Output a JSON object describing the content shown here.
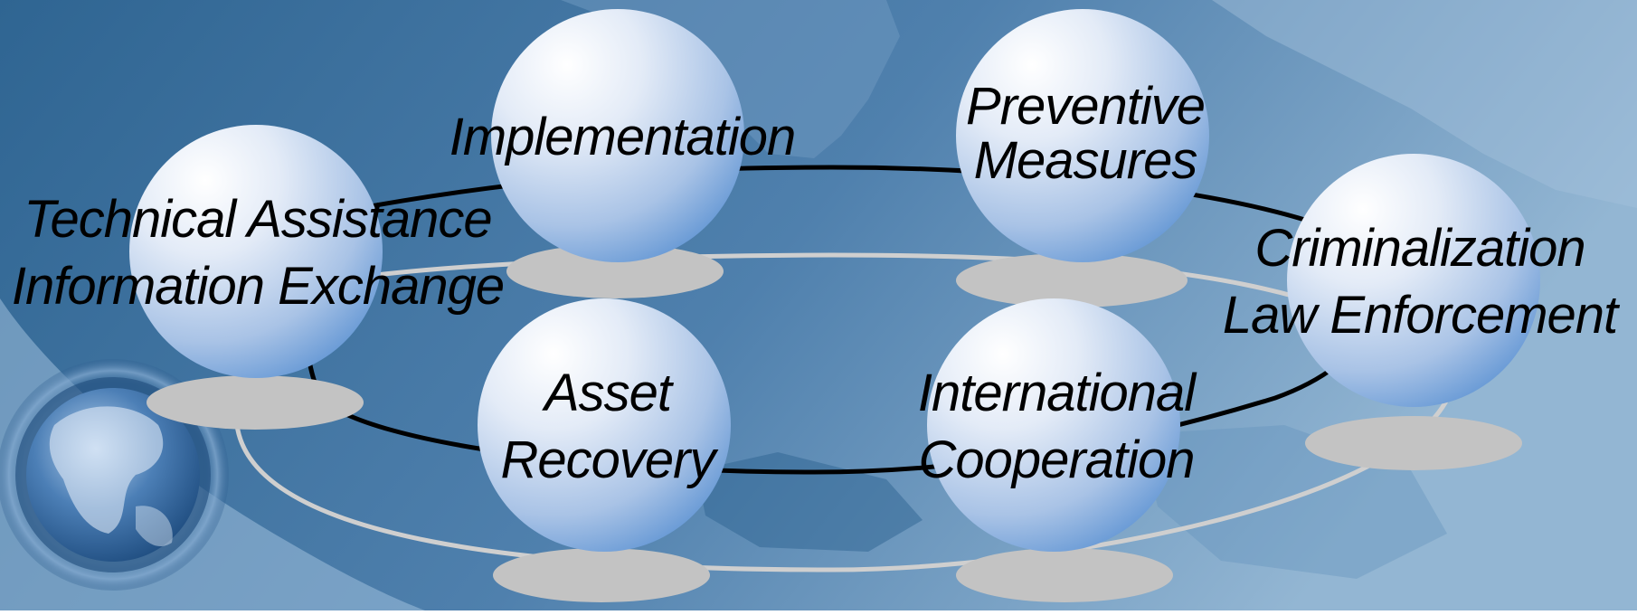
{
  "colors": {
    "background_dark": "#2f6592",
    "background_light": "#8fb2d0",
    "sphere_highlight": "#ffffff",
    "sphere_shade": "#6a9bd6",
    "shadow": "#c3c3c3",
    "ring_dark": "#000000",
    "ring_light": "#cfcfcf"
  },
  "nodes": [
    {
      "id": "implementation",
      "lines": [
        "Implementation"
      ]
    },
    {
      "id": "preventive-measures",
      "lines": [
        "Preventive",
        "Measures"
      ]
    },
    {
      "id": "technical-assistance",
      "lines": [
        "Technical Assistance",
        "Information Exchange"
      ]
    },
    {
      "id": "criminalization",
      "lines": [
        "Criminalization",
        "Law Enforcement"
      ]
    },
    {
      "id": "asset-recovery",
      "lines": [
        "Asset",
        "Recovery"
      ]
    },
    {
      "id": "international-cooperation",
      "lines": [
        "International",
        "Cooperation"
      ]
    }
  ]
}
